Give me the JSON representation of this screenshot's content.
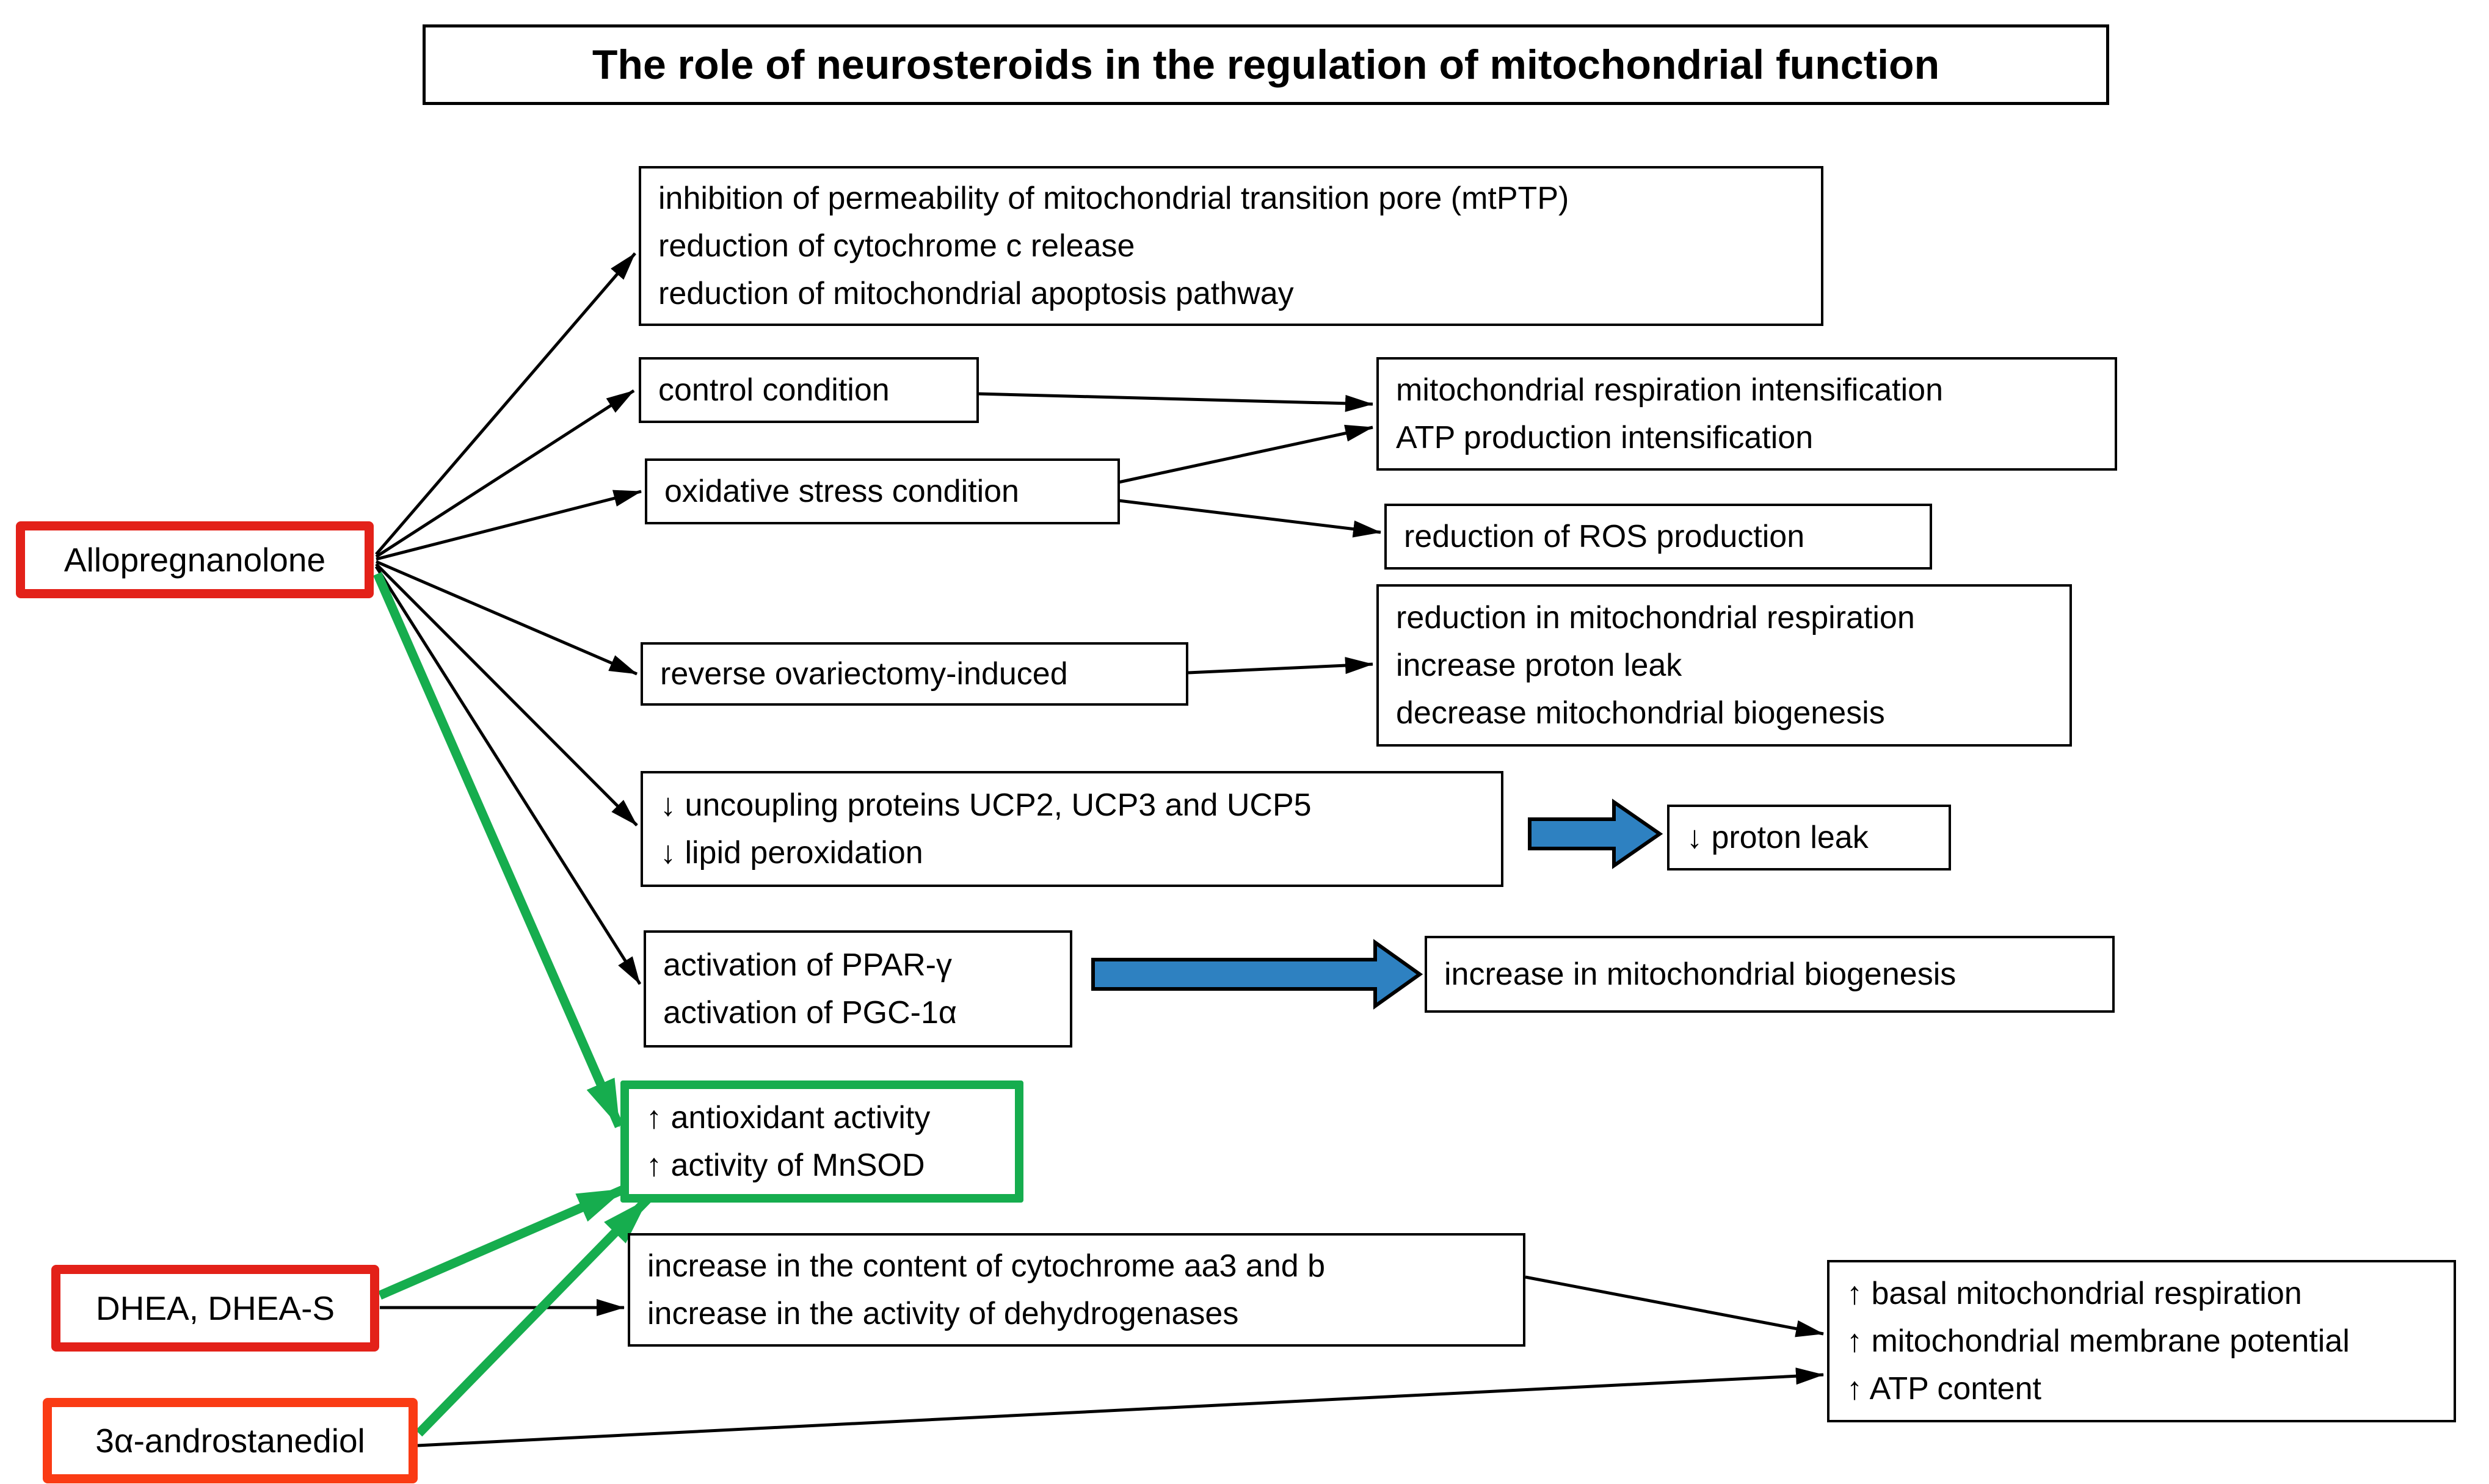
{
  "title": "The role of neurosteroids in the regulation of mitochondrial function",
  "colors": {
    "red": "#e32119",
    "orange": "#fa3b14",
    "green": "#16ad4e",
    "blue": "#2e81c1"
  },
  "nodes": {
    "allopregnanolone": {
      "label": "Allopregnanolone"
    },
    "dhea": {
      "label": "DHEA, DHEA-S"
    },
    "androstanediol": {
      "label": "3α-androstanediol"
    },
    "mtptp": {
      "lines": [
        "inhibition of permeability of mitochondrial transition pore (mtPTP)",
        "reduction of cytochrome c release",
        "reduction of mitochondrial apoptosis pathway"
      ]
    },
    "control": {
      "label": "control condition"
    },
    "oxidative": {
      "label": "oxidative stress condition"
    },
    "resp_atp": {
      "lines": [
        "mitochondrial respiration intensification",
        "ATP production intensification"
      ]
    },
    "ros": {
      "label": "reduction of ROS production"
    },
    "reverse_ovx": {
      "label": "reverse ovariectomy-induced"
    },
    "ovx_effects": {
      "lines": [
        "reduction in mitochondrial respiration",
        "increase proton leak",
        "decrease mitochondrial biogenesis"
      ]
    },
    "ucp": {
      "lines": [
        "↓ uncoupling proteins UCP2, UCP3 and UCP5",
        "↓ lipid peroxidation"
      ]
    },
    "proton_leak": {
      "label": "↓ proton leak"
    },
    "ppar": {
      "lines": [
        "activation of PPAR-γ",
        "activation of PGC-1α"
      ]
    },
    "biogenesis": {
      "label": "increase in mitochondrial biogenesis"
    },
    "antioxidant": {
      "lines": [
        "↑ antioxidant activity",
        "↑ activity of MnSOD"
      ]
    },
    "cytochrome": {
      "lines": [
        "increase in the content of cytochrome aa3 and b",
        "increase in the activity of dehydrogenases"
      ]
    },
    "basal": {
      "lines": [
        "↑ basal mitochondrial respiration",
        "↑ mitochondrial membrane potential",
        "↑ ATP content"
      ]
    }
  }
}
